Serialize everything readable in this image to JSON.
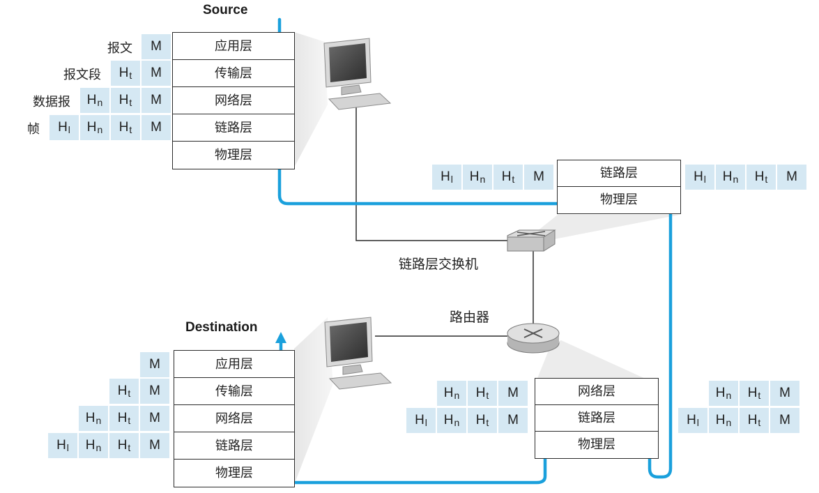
{
  "source": {
    "title": "Source"
  },
  "destination": {
    "title": "Destination"
  },
  "end_host_layers": [
    "应用层",
    "传输层",
    "网络层",
    "链路层",
    "物理层"
  ],
  "switch_layers": [
    "链路层",
    "物理层"
  ],
  "router_layers": [
    "网络层",
    "链路层",
    "物理层"
  ],
  "devices": {
    "switch_label": "链路层交换机",
    "router_label": "路由器"
  },
  "source_rows": [
    {
      "name": "报文",
      "parts": [
        "M"
      ]
    },
    {
      "name": "报文段",
      "parts": [
        "Ht",
        "M"
      ]
    },
    {
      "name": "数据报",
      "parts": [
        "Hn",
        "Ht",
        "M"
      ]
    },
    {
      "name": "帧",
      "parts": [
        "Hl",
        "Hn",
        "Ht",
        "M"
      ]
    }
  ],
  "dest_rows": [
    {
      "parts": [
        "M"
      ]
    },
    {
      "parts": [
        "Ht",
        "M"
      ]
    },
    {
      "parts": [
        "Hn",
        "Ht",
        "M"
      ]
    },
    {
      "parts": [
        "Hl",
        "Hn",
        "Ht",
        "M"
      ]
    }
  ],
  "switch_rows": {
    "left": [
      "Hl",
      "Hn",
      "Ht",
      "M"
    ],
    "right": [
      "Hl",
      "Hn",
      "Ht",
      "M"
    ]
  },
  "router_rows": {
    "left_network": [
      "Hn",
      "Ht",
      "M"
    ],
    "left_link": [
      "Hl",
      "Hn",
      "Ht",
      "M"
    ],
    "right_network": [
      "Hn",
      "Ht",
      "M"
    ],
    "right_link": [
      "Hl",
      "Hn",
      "Ht",
      "M"
    ]
  },
  "colors": {
    "path": "#1aa0dc",
    "cell_fill": "#d5e8f3",
    "line": "#2a2a2a"
  }
}
